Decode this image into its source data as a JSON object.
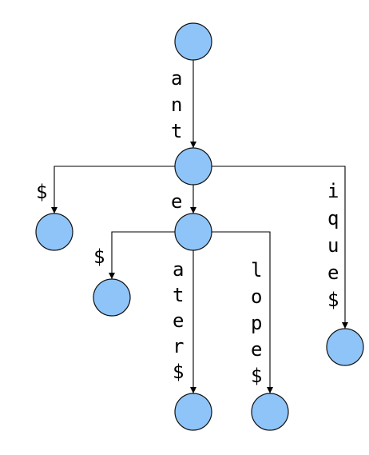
{
  "node_fill": "#8ec4f8",
  "edge_color": "#000000",
  "nodes": [
    "root",
    "ant",
    "ant$",
    "ante",
    "ante$",
    "anteater$",
    "antelope$",
    "antique$"
  ],
  "edges": [
    {
      "id": "edge-root-ant",
      "from": "root",
      "to": "ant",
      "label": "ant"
    },
    {
      "id": "edge-ant-ant-end",
      "from": "ant",
      "to": "ant$",
      "label": "$"
    },
    {
      "id": "edge-ant-ante",
      "from": "ant",
      "to": "ante",
      "label": "e"
    },
    {
      "id": "edge-ant-antique",
      "from": "ant",
      "to": "antique$",
      "label": "ique$"
    },
    {
      "id": "edge-ante-ante-end",
      "from": "ante",
      "to": "ante$",
      "label": "$"
    },
    {
      "id": "edge-ante-anteater",
      "from": "ante",
      "to": "anteater$",
      "label": "ater$"
    },
    {
      "id": "edge-ante-antelope",
      "from": "ante",
      "to": "antelope$",
      "label": "lope$"
    }
  ]
}
